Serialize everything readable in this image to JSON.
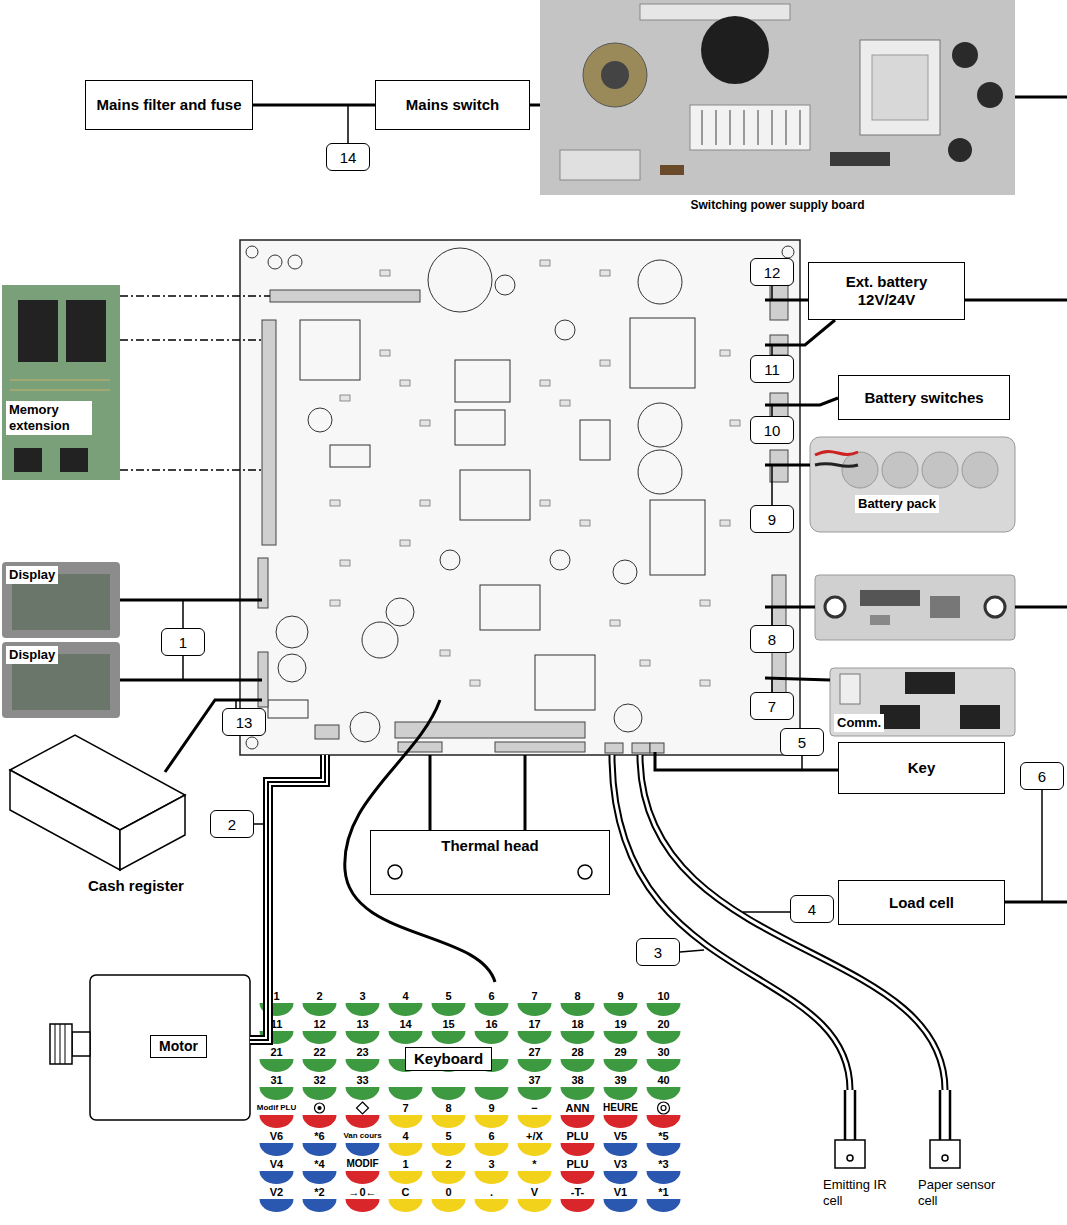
{
  "diagram": {
    "nodes": [
      {
        "text": [
          "Mains filter and fuse"
        ]
      },
      {
        "text": [
          "Mains switch"
        ]
      },
      {
        "text": [
          "Switching power supply board"
        ]
      },
      {
        "text": [
          "Ext. battery 12V/24V"
        ]
      },
      {
        "text": [
          "Memory extension"
        ]
      },
      {
        "text": [
          "Battery switches"
        ]
      },
      {
        "text": [
          "Battery pack"
        ]
      },
      {
        "text": [
          "Display"
        ]
      },
      {
        "text": [
          "Display"
        ]
      },
      {
        "text": [
          "Comm."
        ]
      },
      {
        "text": [
          "Cash register"
        ]
      },
      {
        "text": [
          "Key"
        ]
      },
      {
        "text": [
          "Thermal head"
        ]
      },
      {
        "text": [
          "Load cell"
        ]
      },
      {
        "text": [
          "Keyboard"
        ]
      },
      {
        "text": [
          "Motor"
        ]
      },
      {
        "text": [
          "Emitting IR cell"
        ]
      },
      {
        "text": [
          "Paper sensor cell"
        ]
      }
    ],
    "edges": [
      {
        "from": 0,
        "to": 1,
        "arrow": "none"
      },
      {
        "from": 1,
        "to": 2,
        "arrow": "none"
      }
    ],
    "labels": [
      "1",
      "2",
      "3",
      "4",
      "5",
      "6",
      "7",
      "8",
      "9",
      "10",
      "11",
      "12",
      "13",
      "14",
      "1",
      "2",
      "3",
      "4",
      "5",
      "6",
      "7",
      "8",
      "9",
      "10",
      "11",
      "12",
      "13",
      "14",
      "15",
      "16",
      "17",
      "18",
      "19",
      "20",
      "21",
      "22",
      "23",
      "27",
      "28",
      "29",
      "30",
      "31",
      "32",
      "33",
      "37",
      "38",
      "39",
      "40",
      "Modif PLU",
      "7",
      "8",
      "9",
      "−",
      "ANN",
      "HEURE",
      "V6",
      "*6",
      "Van cours",
      "4",
      "5",
      "6",
      "+/X",
      "PLU",
      "V5",
      "*5",
      "V4",
      "*4",
      "MODIF",
      "1",
      "2",
      "3",
      "*",
      "PLU",
      "V3",
      "*3",
      "V2",
      "*2",
      "→0←",
      "C",
      "0",
      ".",
      "V",
      "-T-",
      "V1",
      "*1"
    ]
  }
}
